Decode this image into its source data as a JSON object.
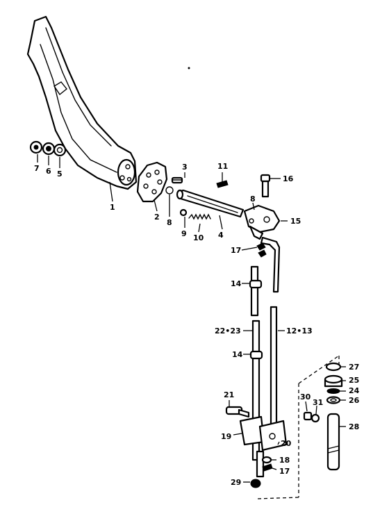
{
  "callouts": {
    "c1": "1",
    "c2": "2",
    "c3": "3",
    "c4": "4",
    "c5": "5",
    "c6": "6",
    "c7": "7",
    "c8a": "8",
    "c8b": "8",
    "c9": "9",
    "c10": "10",
    "c11": "11",
    "c12_13": "12•13",
    "c14a": "14",
    "c14b": "14",
    "c15": "15",
    "c16": "16",
    "c17a": "17",
    "c17b": "17",
    "c18": "18",
    "c19": "19",
    "c20": "20",
    "c21": "21",
    "c22_23": "22•23",
    "c24": "24",
    "c25": "25",
    "c26": "26",
    "c27": "27",
    "c28": "28",
    "c29": "29",
    "c30": "30",
    "c31": "31"
  },
  "colors": {
    "line": "#000000",
    "background": "#ffffff"
  }
}
